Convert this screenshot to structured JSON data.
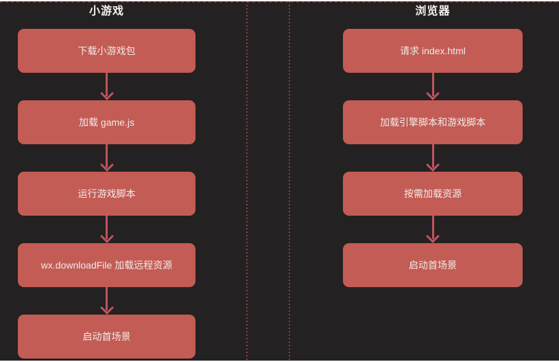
{
  "colors": {
    "bg": "#242122",
    "box": "#c35c55",
    "arrow": "#c0535f",
    "text": "#f1eae8",
    "title": "#f5f1ef",
    "divider": "#8a453c",
    "border-top": "#6e2f2a"
  },
  "diagram": {
    "left_column": {
      "title": "小游戏",
      "steps": [
        "下载小游戏包",
        "加载 game.js",
        "运行游戏脚本",
        "wx.downloadFile 加载远程资源",
        "启动首场景"
      ]
    },
    "right_column": {
      "title": "浏览器",
      "steps": [
        "请求 index.html",
        "加载引擎脚本和游戏脚本",
        "按需加载资源",
        "启动首场景"
      ]
    }
  }
}
